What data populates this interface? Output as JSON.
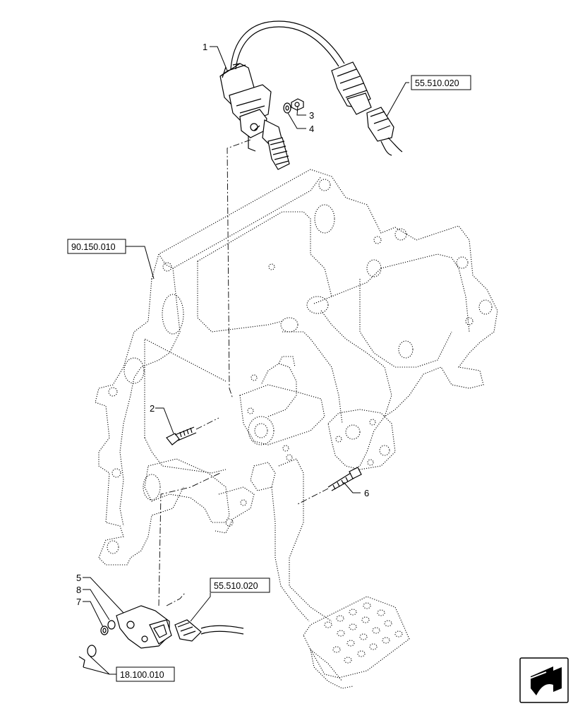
{
  "callouts": [
    "1",
    "2",
    "3",
    "4",
    "5",
    "6",
    "7",
    "8"
  ],
  "references": [
    "55.510.020",
    "90.150.010",
    "55.510.020",
    "18.100.010"
  ]
}
